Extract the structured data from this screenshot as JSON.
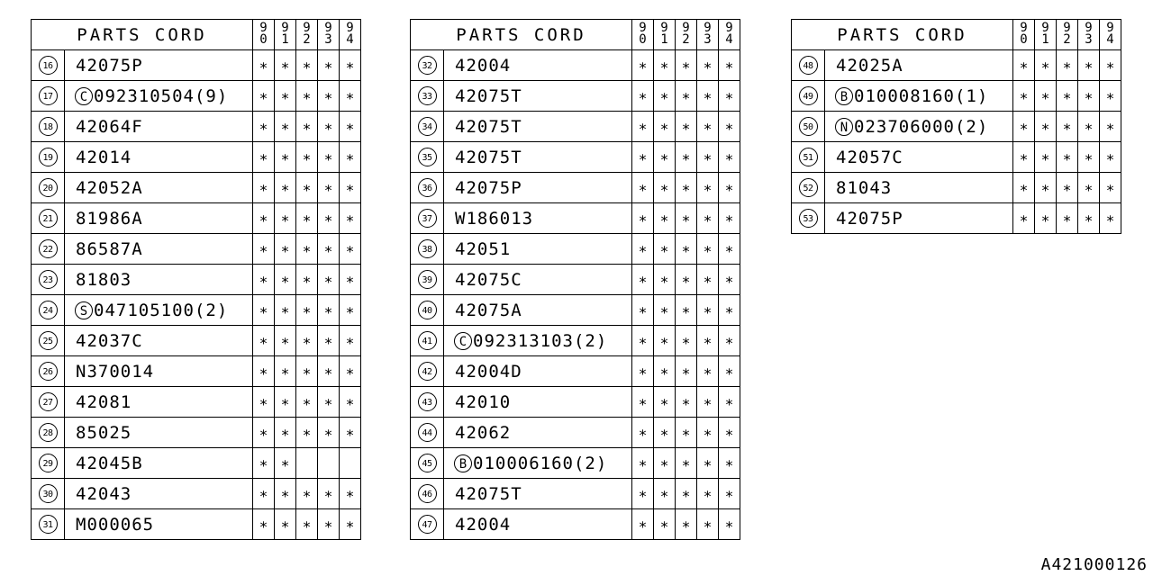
{
  "header": {
    "title": "PARTS CORD",
    "years": [
      "90",
      "91",
      "92",
      "93",
      "94"
    ]
  },
  "mark": "∗",
  "tables": [
    {
      "rows": [
        {
          "num": "16",
          "prefix": "",
          "code": "42075P",
          "years": [
            "∗",
            "∗",
            "∗",
            "∗",
            "∗"
          ]
        },
        {
          "num": "17",
          "prefix": "C",
          "code": "092310504(9)",
          "years": [
            "∗",
            "∗",
            "∗",
            "∗",
            "∗"
          ]
        },
        {
          "num": "18",
          "prefix": "",
          "code": "42064F",
          "years": [
            "∗",
            "∗",
            "∗",
            "∗",
            "∗"
          ]
        },
        {
          "num": "19",
          "prefix": "",
          "code": "42014",
          "years": [
            "∗",
            "∗",
            "∗",
            "∗",
            "∗"
          ]
        },
        {
          "num": "20",
          "prefix": "",
          "code": "42052A",
          "years": [
            "∗",
            "∗",
            "∗",
            "∗",
            "∗"
          ]
        },
        {
          "num": "21",
          "prefix": "",
          "code": "81986A",
          "years": [
            "∗",
            "∗",
            "∗",
            "∗",
            "∗"
          ]
        },
        {
          "num": "22",
          "prefix": "",
          "code": "86587A",
          "years": [
            "∗",
            "∗",
            "∗",
            "∗",
            "∗"
          ]
        },
        {
          "num": "23",
          "prefix": "",
          "code": "81803",
          "years": [
            "∗",
            "∗",
            "∗",
            "∗",
            "∗"
          ]
        },
        {
          "num": "24",
          "prefix": "S",
          "code": "047105100(2)",
          "years": [
            "∗",
            "∗",
            "∗",
            "∗",
            "∗"
          ]
        },
        {
          "num": "25",
          "prefix": "",
          "code": "42037C",
          "years": [
            "∗",
            "∗",
            "∗",
            "∗",
            "∗"
          ]
        },
        {
          "num": "26",
          "prefix": "",
          "code": "N370014",
          "years": [
            "∗",
            "∗",
            "∗",
            "∗",
            "∗"
          ]
        },
        {
          "num": "27",
          "prefix": "",
          "code": "42081",
          "years": [
            "∗",
            "∗",
            "∗",
            "∗",
            "∗"
          ]
        },
        {
          "num": "28",
          "prefix": "",
          "code": "85025",
          "years": [
            "∗",
            "∗",
            "∗",
            "∗",
            "∗"
          ]
        },
        {
          "num": "29",
          "prefix": "",
          "code": "42045B",
          "years": [
            "∗",
            "∗",
            "",
            "",
            ""
          ]
        },
        {
          "num": "30",
          "prefix": "",
          "code": "42043",
          "years": [
            "∗",
            "∗",
            "∗",
            "∗",
            "∗"
          ]
        },
        {
          "num": "31",
          "prefix": "",
          "code": "M000065",
          "years": [
            "∗",
            "∗",
            "∗",
            "∗",
            "∗"
          ]
        }
      ]
    },
    {
      "rows": [
        {
          "num": "32",
          "prefix": "",
          "code": "42004",
          "years": [
            "∗",
            "∗",
            "∗",
            "∗",
            "∗"
          ]
        },
        {
          "num": "33",
          "prefix": "",
          "code": "42075T",
          "years": [
            "∗",
            "∗",
            "∗",
            "∗",
            "∗"
          ]
        },
        {
          "num": "34",
          "prefix": "",
          "code": "42075T",
          "years": [
            "∗",
            "∗",
            "∗",
            "∗",
            "∗"
          ]
        },
        {
          "num": "35",
          "prefix": "",
          "code": "42075T",
          "years": [
            "∗",
            "∗",
            "∗",
            "∗",
            "∗"
          ]
        },
        {
          "num": "36",
          "prefix": "",
          "code": "42075P",
          "years": [
            "∗",
            "∗",
            "∗",
            "∗",
            "∗"
          ]
        },
        {
          "num": "37",
          "prefix": "",
          "code": "W186013",
          "years": [
            "∗",
            "∗",
            "∗",
            "∗",
            "∗"
          ]
        },
        {
          "num": "38",
          "prefix": "",
          "code": "42051",
          "years": [
            "∗",
            "∗",
            "∗",
            "∗",
            "∗"
          ]
        },
        {
          "num": "39",
          "prefix": "",
          "code": "42075C",
          "years": [
            "∗",
            "∗",
            "∗",
            "∗",
            "∗"
          ]
        },
        {
          "num": "40",
          "prefix": "",
          "code": "42075A",
          "years": [
            "∗",
            "∗",
            "∗",
            "∗",
            "∗"
          ]
        },
        {
          "num": "41",
          "prefix": "C",
          "code": "092313103(2)",
          "years": [
            "∗",
            "∗",
            "∗",
            "∗",
            "∗"
          ]
        },
        {
          "num": "42",
          "prefix": "",
          "code": "42004D",
          "years": [
            "∗",
            "∗",
            "∗",
            "∗",
            "∗"
          ]
        },
        {
          "num": "43",
          "prefix": "",
          "code": "42010",
          "years": [
            "∗",
            "∗",
            "∗",
            "∗",
            "∗"
          ]
        },
        {
          "num": "44",
          "prefix": "",
          "code": "42062",
          "years": [
            "∗",
            "∗",
            "∗",
            "∗",
            "∗"
          ]
        },
        {
          "num": "45",
          "prefix": "B",
          "code": "010006160(2)",
          "years": [
            "∗",
            "∗",
            "∗",
            "∗",
            "∗"
          ]
        },
        {
          "num": "46",
          "prefix": "",
          "code": "42075T",
          "years": [
            "∗",
            "∗",
            "∗",
            "∗",
            "∗"
          ]
        },
        {
          "num": "47",
          "prefix": "",
          "code": "42004",
          "years": [
            "∗",
            "∗",
            "∗",
            "∗",
            "∗"
          ]
        }
      ]
    },
    {
      "rows": [
        {
          "num": "48",
          "prefix": "",
          "code": "42025A",
          "years": [
            "∗",
            "∗",
            "∗",
            "∗",
            "∗"
          ]
        },
        {
          "num": "49",
          "prefix": "B",
          "code": "010008160(1)",
          "years": [
            "∗",
            "∗",
            "∗",
            "∗",
            "∗"
          ]
        },
        {
          "num": "50",
          "prefix": "N",
          "code": "023706000(2)",
          "years": [
            "∗",
            "∗",
            "∗",
            "∗",
            "∗"
          ]
        },
        {
          "num": "51",
          "prefix": "",
          "code": "42057C",
          "years": [
            "∗",
            "∗",
            "∗",
            "∗",
            "∗"
          ]
        },
        {
          "num": "52",
          "prefix": "",
          "code": "81043",
          "years": [
            "∗",
            "∗",
            "∗",
            "∗",
            "∗"
          ]
        },
        {
          "num": "53",
          "prefix": "",
          "code": "42075P",
          "years": [
            "∗",
            "∗",
            "∗",
            "∗",
            "∗"
          ]
        }
      ]
    }
  ],
  "reference": "A421000126"
}
